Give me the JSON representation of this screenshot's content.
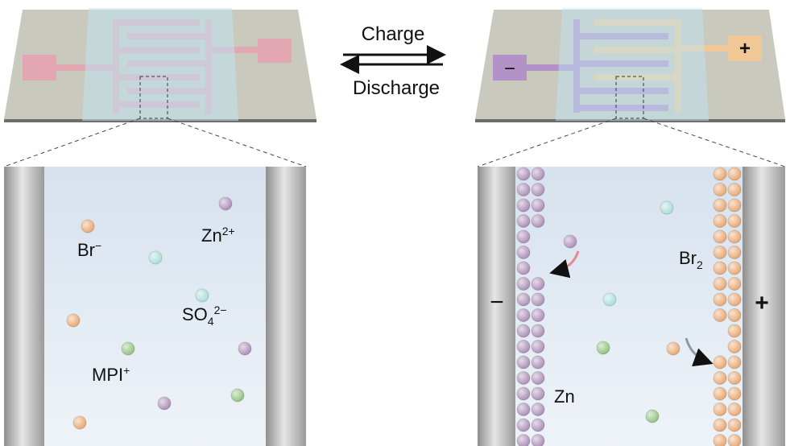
{
  "process": {
    "charge": "Charge",
    "discharge": "Discharge"
  },
  "left_panel": {
    "br": "Br",
    "br_sup": "−",
    "zn": "Zn",
    "zn_sup": "2+",
    "so4": "SO",
    "so4_sub": "4",
    "so4_sup": "2−",
    "mpi": "MPI",
    "mpi_sup": "+"
  },
  "right_panel": {
    "neg": "−",
    "pos": "+",
    "br2": "Br",
    "br2_sub": "2",
    "zn": "Zn"
  },
  "device": {
    "neg_pad": "−",
    "pos_pad": "+"
  },
  "colors": {
    "zn": "#a98bb5",
    "br": "#e8a56d",
    "so4": "#a7dcd6",
    "mpi": "#8ec07c",
    "pink": "#e3a6b3",
    "purple": "#b392c8",
    "orange": "#f0c896"
  }
}
